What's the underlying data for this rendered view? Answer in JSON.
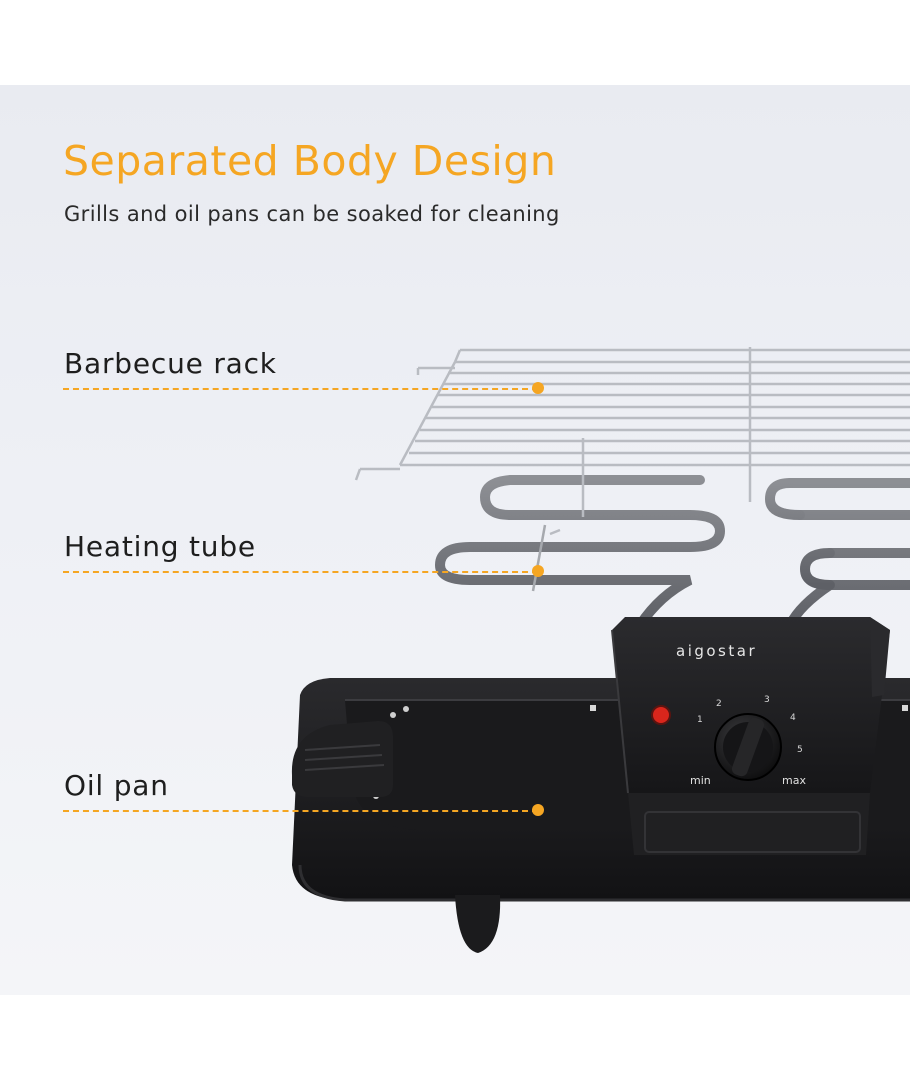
{
  "heading": {
    "title": "Separated Body Design",
    "subtitle": "Grills and oil pans can be soaked for cleaning"
  },
  "callouts": [
    {
      "label": "Barbecue rack"
    },
    {
      "label": "Heating tube"
    },
    {
      "label": "Oil pan"
    }
  ],
  "product": {
    "brand": "aigostar",
    "dial": {
      "marks": [
        "1",
        "2",
        "3",
        "4",
        "5"
      ],
      "min_label": "min",
      "max_label": "max"
    }
  },
  "colors": {
    "accent": "#f5a623",
    "text": "#1e1e1e",
    "background": "#eceef3",
    "body": "#1c1c1e",
    "indicator": "#d9261c"
  }
}
